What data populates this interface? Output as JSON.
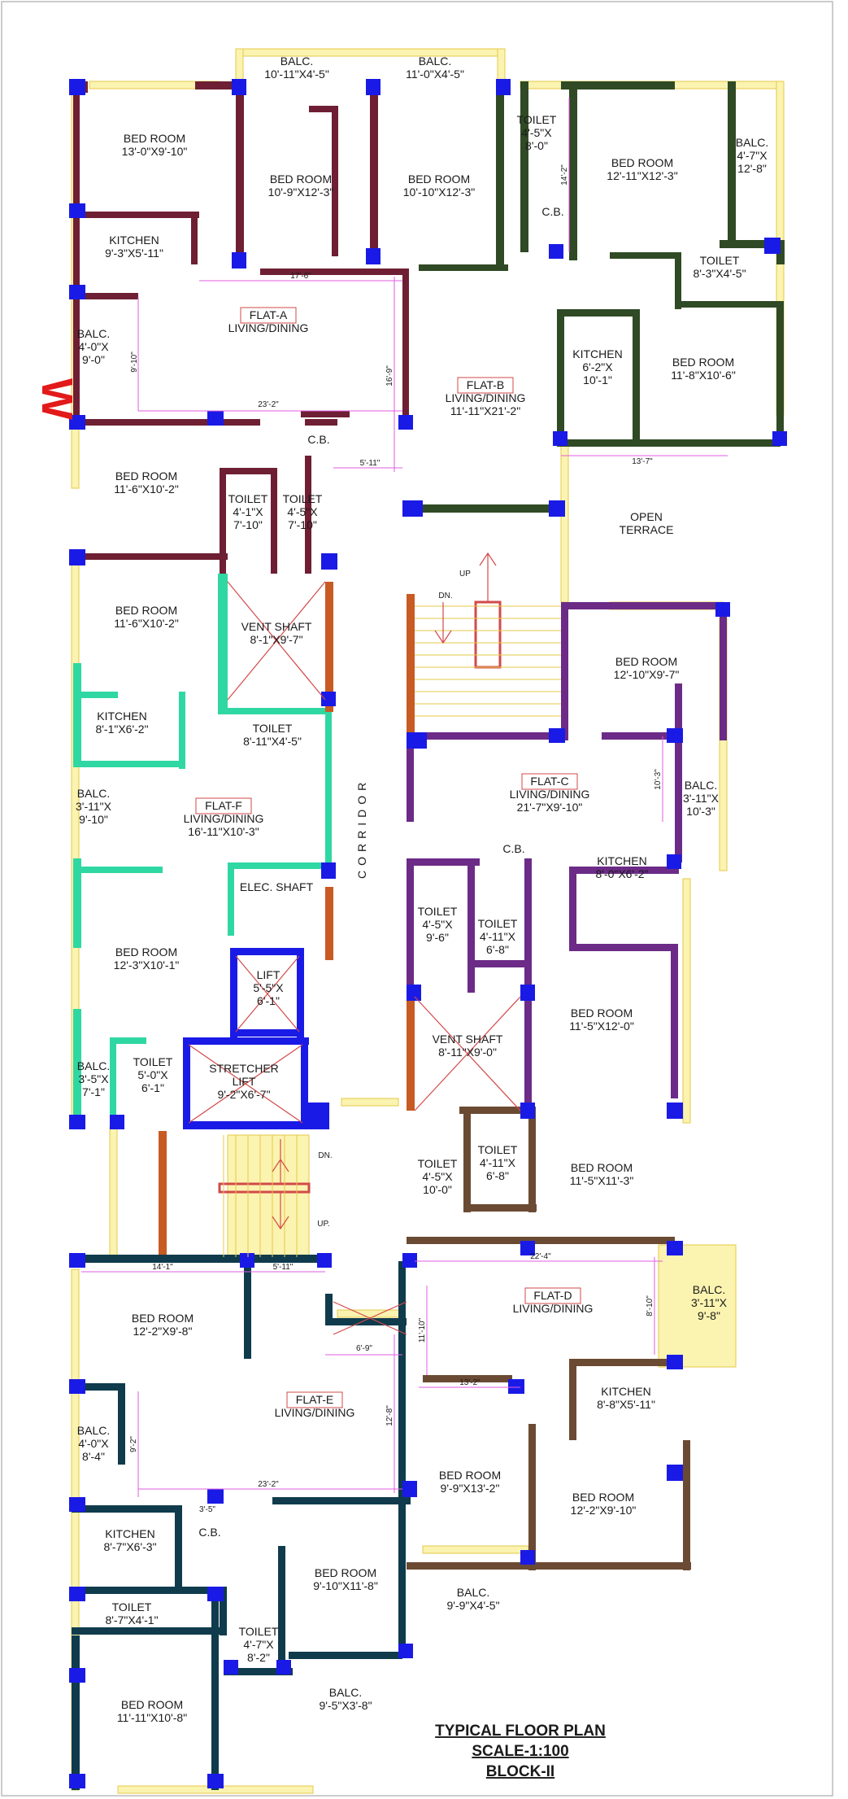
{
  "compass": "W",
  "corridor_label": "CORRIDOR",
  "rooms": {
    "balc_top1": {
      "name": "BALC.",
      "size": "10'-11\"X4'-5\""
    },
    "balc_top2": {
      "name": "BALC.",
      "size": "11'-0\"X4'-5\""
    },
    "a_bed1": {
      "name": "BED ROOM",
      "size": "13'-0\"X9'-10\""
    },
    "a_bed2": {
      "name": "BED ROOM",
      "size": "10'-9\"X12'-3\""
    },
    "b_bed1": {
      "name": "BED ROOM",
      "size": "10'-10\"X12'-3\""
    },
    "b_toilet1": {
      "name": "TOILET",
      "size": "4'-5\"X\n8'-0\""
    },
    "b_bed2": {
      "name": "BED ROOM",
      "size": "12'-11\"X12'-3\""
    },
    "b_balc1": {
      "name": "BALC.",
      "size": "4'-7\"X\n12'-8\""
    },
    "a_kitchen": {
      "name": "KITCHEN",
      "size": "9'-3\"X5'-11\""
    },
    "b_toilet2": {
      "name": "TOILET",
      "size": "8'-3\"X4'-5\""
    },
    "a_balc": {
      "name": "BALC.",
      "size": "4'-0\"X\n9'-0\""
    },
    "b_kitchen": {
      "name": "KITCHEN",
      "size": "6'-2\"X\n10'-1\""
    },
    "b_bed3": {
      "name": "BED ROOM",
      "size": "11'-8\"X10'-6\""
    },
    "f_bed1": {
      "name": "BED ROOM",
      "size": "11'-6\"X10'-2\""
    },
    "a_toilet1": {
      "name": "TOILET",
      "size": "4'-1\"X\n7'-10\""
    },
    "a_toilet2": {
      "name": "TOILET",
      "size": "4'-5\"X\n7'-10\""
    },
    "open_terrace": {
      "name": "OPEN\nTERRACE",
      "size": ""
    },
    "f_bed2": {
      "name": "BED ROOM",
      "size": "11'-6\"X10'-2\""
    },
    "vent_shaft1": {
      "name": "VENT SHAFT",
      "size": "8'-1\"X9'-7\""
    },
    "c_bed1": {
      "name": "BED ROOM",
      "size": "12'-10\"X9'-7\""
    },
    "f_kitchen": {
      "name": "KITCHEN",
      "size": "8'-1\"X6'-2\""
    },
    "f_toilet1": {
      "name": "TOILET",
      "size": "8'-11\"X4'-5\""
    },
    "c_balc": {
      "name": "BALC.",
      "size": "3'-11\"X\n10'-3\""
    },
    "f_balc": {
      "name": "BALC.",
      "size": "3'-11\"X\n9'-10\""
    },
    "elec_shaft": {
      "name": "ELEC. SHAFT",
      "size": ""
    },
    "c_toilet1": {
      "name": "TOILET",
      "size": "4'-5\"X\n9'-6\""
    },
    "c_toilet2": {
      "name": "TOILET",
      "size": "4'-11\"X\n6'-8\""
    },
    "c_kitchen": {
      "name": "KITCHEN",
      "size": "8'-0\"X6'-2\""
    },
    "f_bed3": {
      "name": "BED ROOM",
      "size": "12'-3\"X10'-1\""
    },
    "lift": {
      "name": "LIFT",
      "size": "5'-5\"X\n6'-1\""
    },
    "c_bed2": {
      "name": "BED ROOM",
      "size": "11'-5\"X12'-0\""
    },
    "vent_shaft2": {
      "name": "VENT SHAFT",
      "size": "8'-11\"X9'-0\""
    },
    "f_balc2": {
      "name": "BALC.",
      "size": "3'-5\"X\n7'-1\""
    },
    "f_toilet2": {
      "name": "TOILET",
      "size": "5'-0\"X\n6'-1\""
    },
    "stretcher_lift": {
      "name": "STRETCHER\nLIFT",
      "size": "9'-2\"X6'-7\""
    },
    "d_toilet1": {
      "name": "TOILET",
      "size": "4'-5\"X\n10'-0\""
    },
    "d_toilet2": {
      "name": "TOILET",
      "size": "4'-11\"X\n6'-8\""
    },
    "d_bed1": {
      "name": "BED ROOM",
      "size": "11'-5\"X11'-3\""
    },
    "e_bed1": {
      "name": "BED ROOM",
      "size": "12'-2\"X9'-8\""
    },
    "d_balc": {
      "name": "BALC.",
      "size": "3'-11\"X\n9'-8\""
    },
    "d_kitchen": {
      "name": "KITCHEN",
      "size": "8'-8\"X5'-11\""
    },
    "e_balc": {
      "name": "BALC.",
      "size": "4'-0\"X\n8'-4\""
    },
    "d_bed2": {
      "name": "BED ROOM",
      "size": "9'-9\"X13'-2\""
    },
    "d_bed3": {
      "name": "BED ROOM",
      "size": "12'-2\"X9'-10\""
    },
    "e_kitchen": {
      "name": "KITCHEN",
      "size": "8'-7\"X6'-3\""
    },
    "e_bed2": {
      "name": "BED ROOM",
      "size": "9'-10\"X11'-8\""
    },
    "d_balc2": {
      "name": "BALC.",
      "size": "9'-9\"X4'-5\""
    },
    "e_toilet1": {
      "name": "TOILET",
      "size": "8'-7\"X4'-1\""
    },
    "e_toilet2": {
      "name": "TOILET",
      "size": "4'-7\"X\n8'-2\""
    },
    "e_balc2": {
      "name": "BALC.",
      "size": "9'-5\"X3'-8\""
    },
    "e_bed3": {
      "name": "BED ROOM",
      "size": "11'-11\"X10'-8\""
    }
  },
  "flats": {
    "a": {
      "label": "FLAT-A",
      "room": "LIVING/DINING",
      "size": ""
    },
    "b": {
      "label": "FLAT-B",
      "room": "LIVING/DINING",
      "size": "11'-11\"X21'-2\""
    },
    "c": {
      "label": "FLAT-C",
      "room": "LIVING/DINING",
      "size": "21'-7\"X9'-10\""
    },
    "f": {
      "label": "FLAT-F",
      "room": "LIVING/DINING",
      "size": "16'-11\"X10'-3\""
    },
    "d": {
      "label": "FLAT-D",
      "room": "LIVING/DINING",
      "size": ""
    },
    "e": {
      "label": "FLAT-E",
      "room": "LIVING/DINING",
      "size": ""
    }
  },
  "cb": [
    "C.B.",
    "C.B.",
    "C.B.",
    "C.B."
  ],
  "stairs": {
    "up1": "UP",
    "dn1": "DN.",
    "dn2": "DN.",
    "up2": "UP."
  },
  "dims": {
    "a1": "17'-6\"",
    "a2": "23'-2\"",
    "a3": "9'-10\"",
    "a4": "16'-9\"",
    "a5": "5'-11\"",
    "b1": "14'-2\"",
    "b2": "13'-7\"",
    "c1": "10'-3\"",
    "e1": "14'-1\"",
    "e2": "5'-11\"",
    "e3": "6'-9\"",
    "e4": "12'-8\"",
    "e5": "9'-2\"",
    "e6": "23'-2\"",
    "e7": "3'-5\"",
    "d1": "22'-4\"",
    "d2": "11'-10\"",
    "d3": "8'-10\"",
    "d4": "13'-2\""
  },
  "title": {
    "line1": "TYPICAL FLOOR PLAN",
    "line2": "SCALE-1:100",
    "line3": "BLOCK-II"
  }
}
